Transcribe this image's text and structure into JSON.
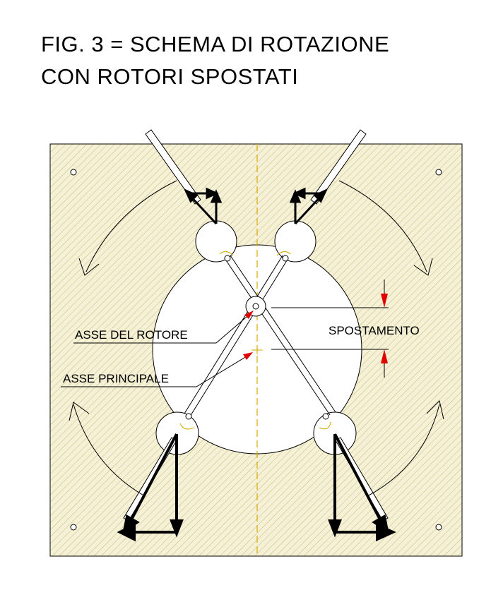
{
  "title": {
    "line1": "FIG. 3  =  SCHEMA DI ROTAZIONE",
    "line2": "CON ROTORI SPOSTATI"
  },
  "labels": {
    "rotor_axis": "ASSE DEL ROTORE",
    "main_axis": "ASSE PRINCIPALE",
    "offset": "SPOSTAMENTO"
  },
  "colors": {
    "panel_fill": "#f5f1d6",
    "hatch": "#c8b97a",
    "centerline": "#d4a800",
    "leader": "#e00000",
    "arrow": "#000000"
  }
}
